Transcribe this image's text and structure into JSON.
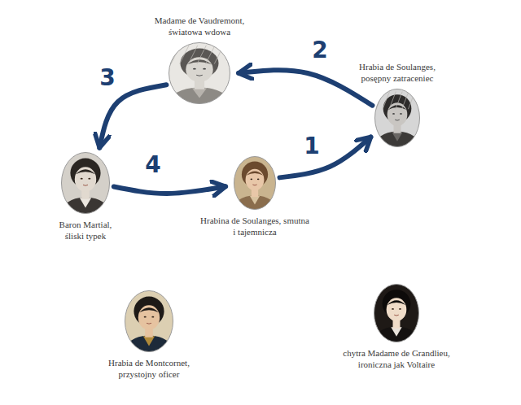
{
  "diagram": {
    "nodes": [
      {
        "text": [
          "Madame de Vaudremont, światowa wdowa"
        ]
      },
      {
        "text": [
          "Hrabia de Soulanges, posępny zatraceniec"
        ]
      },
      {
        "text": [
          "Baron Martial, śliski typek"
        ]
      },
      {
        "text": [
          "Hrabina de Soulanges, smutna i tajemnicza"
        ]
      },
      {
        "text": [
          "Hrabia de Montcornet, przystojny oficer"
        ]
      },
      {
        "text": [
          "chytra Madame de Grandlieu, ironiczna jak Voltaire"
        ]
      }
    ],
    "edges": [
      {
        "from": 3,
        "to": 1,
        "arrow": "to",
        "label": "1"
      },
      {
        "from": 1,
        "to": 0,
        "arrow": "to",
        "label": "2"
      },
      {
        "from": 0,
        "to": 2,
        "arrow": "to",
        "label": "3"
      },
      {
        "from": 2,
        "to": 3,
        "arrow": "to",
        "label": "4"
      }
    ]
  }
}
